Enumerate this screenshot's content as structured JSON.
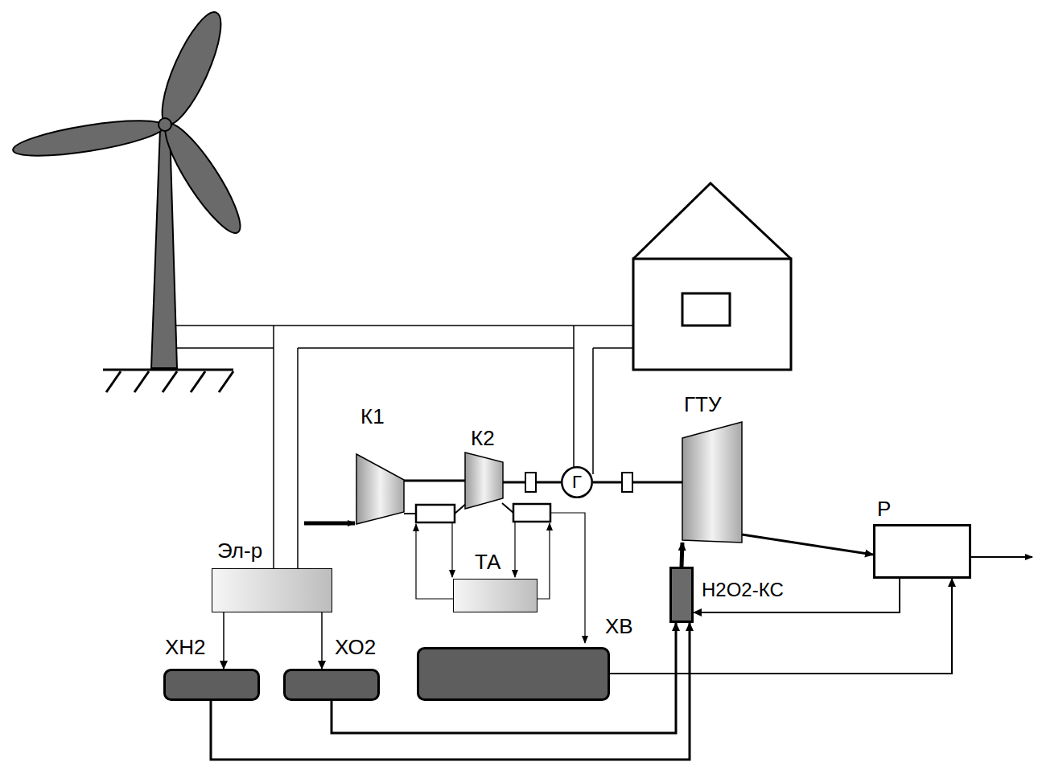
{
  "diagram": {
    "nodes": [
      {
        "text": [
          "К1"
        ]
      },
      {
        "text": [
          "К2"
        ]
      },
      {
        "text": [
          "Г"
        ]
      },
      {
        "text": [
          "ГТУ"
        ]
      },
      {
        "text": [
          "Эл-р"
        ]
      },
      {
        "text": [
          "ТА"
        ]
      },
      {
        "text": [
          "Р"
        ]
      },
      {
        "text": [
          "H2O2-КС"
        ]
      },
      {
        "text": [
          "ХН2"
        ]
      },
      {
        "text": [
          "ХО2"
        ]
      },
      {
        "text": [
          "ХВ"
        ]
      }
    ],
    "edges": [
      {
        "from": 0,
        "to": 1,
        "arrow": "none"
      },
      {
        "from": 1,
        "to": 2,
        "arrow": "none"
      },
      {
        "from": 2,
        "to": 3,
        "arrow": "none"
      },
      {
        "from": 3,
        "to": 6,
        "arrow": "to"
      },
      {
        "from": 6,
        "to": 7,
        "arrow": "to"
      },
      {
        "from": 7,
        "to": 3,
        "arrow": "to"
      },
      {
        "from": 4,
        "to": 8,
        "arrow": "to"
      },
      {
        "from": 4,
        "to": 9,
        "arrow": "to"
      },
      {
        "from": 8,
        "to": 7,
        "arrow": "to"
      },
      {
        "from": 9,
        "to": 7,
        "arrow": "to"
      },
      {
        "from": 10,
        "to": 6,
        "arrow": "to"
      }
    ]
  }
}
